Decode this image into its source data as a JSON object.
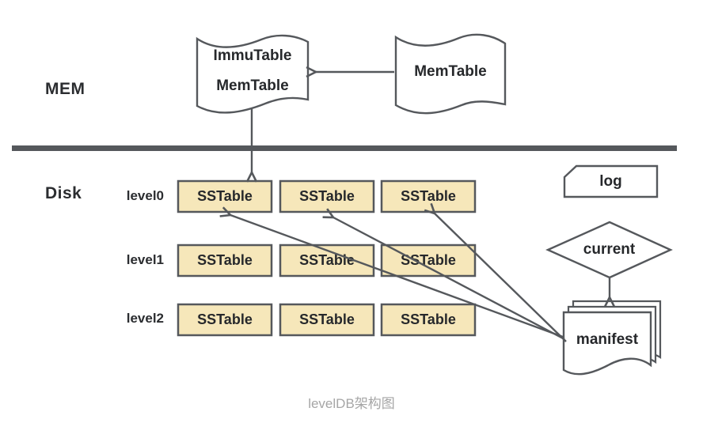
{
  "title": "levelDB架构图",
  "colors": {
    "stroke": "#55585c",
    "box_fill": "#f6e7ba",
    "text": "#26282b",
    "caption": "#a6a6a6"
  },
  "mem": {
    "section_label": "MEM",
    "immutable_flag": {
      "line1": "ImmuTable",
      "line2": "MemTable"
    },
    "memtable_flag": {
      "label": "MemTable"
    }
  },
  "disk": {
    "section_label": "Disk",
    "levels": [
      {
        "label": "level0",
        "boxes": [
          "SSTable",
          "SSTable",
          "SSTable"
        ]
      },
      {
        "label": "level1",
        "boxes": [
          "SSTable",
          "SSTable",
          "SSTable"
        ]
      },
      {
        "label": "level2",
        "boxes": [
          "SSTable",
          "SSTable",
          "SSTable"
        ]
      }
    ],
    "log": {
      "label": "log"
    },
    "current": {
      "label": "current"
    },
    "manifest": {
      "label": "manifest"
    }
  }
}
